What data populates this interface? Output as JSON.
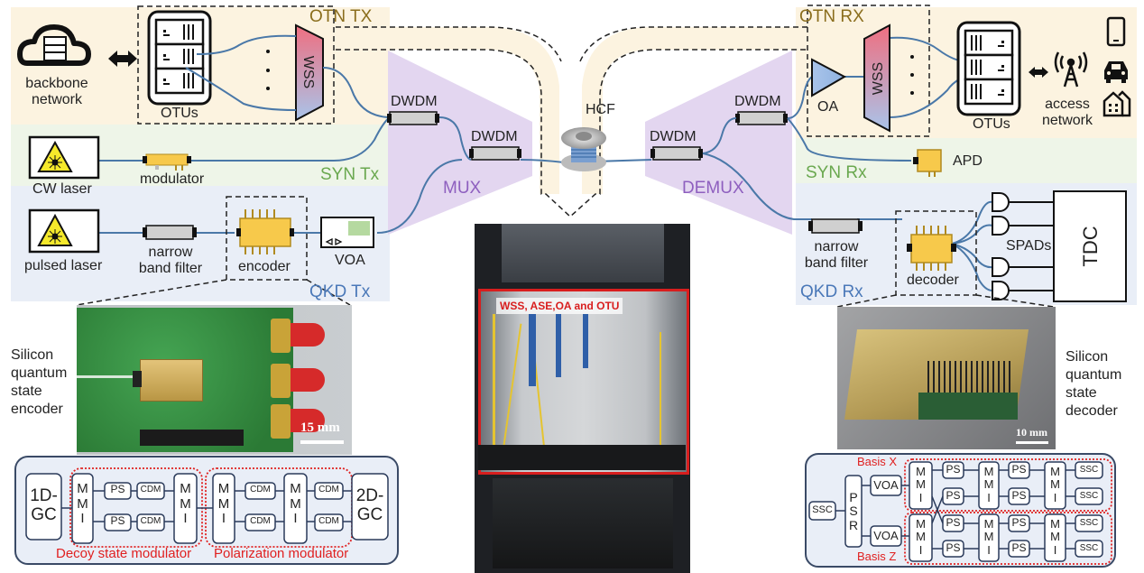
{
  "zones": {
    "otn_tx": "OTN TX",
    "syn_tx": "SYN Tx",
    "qkd_tx": "QKD Tx",
    "otn_rx": "OTN RX",
    "syn_rx": "SYN Rx",
    "qkd_rx": "QKD Rx",
    "mux": "MUX",
    "demux": "DEMUX"
  },
  "tx": {
    "backbone": [
      "backbone",
      "network"
    ],
    "otus": "OTUs",
    "wss": "WSS",
    "cw_laser": "CW laser",
    "modulator": "modulator",
    "pulsed_laser": "pulsed laser",
    "filter": [
      "narrow",
      "band filter"
    ],
    "encoder": "encoder",
    "voa": "VOA"
  },
  "link": {
    "dwdm": "DWDM",
    "hcf": "HCF"
  },
  "rx": {
    "oa": "OA",
    "wss": "WSS",
    "otus": "OTUs",
    "access": [
      "access",
      "network"
    ],
    "apd": "APD",
    "filter": [
      "narrow",
      "band filter"
    ],
    "decoder": "decoder",
    "spads": "SPADs",
    "tdc": "TDC"
  },
  "encoder_photo": {
    "caption": [
      "Silicon",
      "quantum",
      "state",
      "encoder"
    ],
    "scale": "15 mm"
  },
  "decoder_photo": {
    "caption": [
      "Silicon",
      "quantum",
      "state",
      "decoder"
    ],
    "scale": "10 mm"
  },
  "rack_photo": {
    "label": "WSS, ASE,OA and OTU"
  },
  "encoder_chip": {
    "gc_in": [
      "1D-",
      "GC"
    ],
    "gc_out": [
      "2D-",
      "GC"
    ],
    "mmi": [
      "M",
      "M",
      "I"
    ],
    "ps": "PS",
    "cdm": "CDM",
    "decoy_label": "Decoy state modulator",
    "pol_label": "Polarization modulator"
  },
  "decoder_chip": {
    "ssc": "SSC",
    "psr": [
      "P",
      "S",
      "R"
    ],
    "voa": "VOA",
    "mmi": [
      "M",
      "M",
      "I"
    ],
    "ps": "PS",
    "basis_x": "Basis X",
    "basis_z": "Basis Z"
  },
  "colors": {
    "otn_bg": "#fcf3e0",
    "syn_bg": "#eef5e8",
    "qkd_bg": "#e9eef7",
    "mux_purple": "#e3d6f0",
    "fiber": "#4a78a8",
    "otn_text": "#8a6d1c",
    "syn_text": "#6aa84f",
    "qkd_text": "#4a78b8",
    "mux_text": "#8e5fbf",
    "red": "#e02020",
    "chip_yellow": "#f7c94b"
  }
}
